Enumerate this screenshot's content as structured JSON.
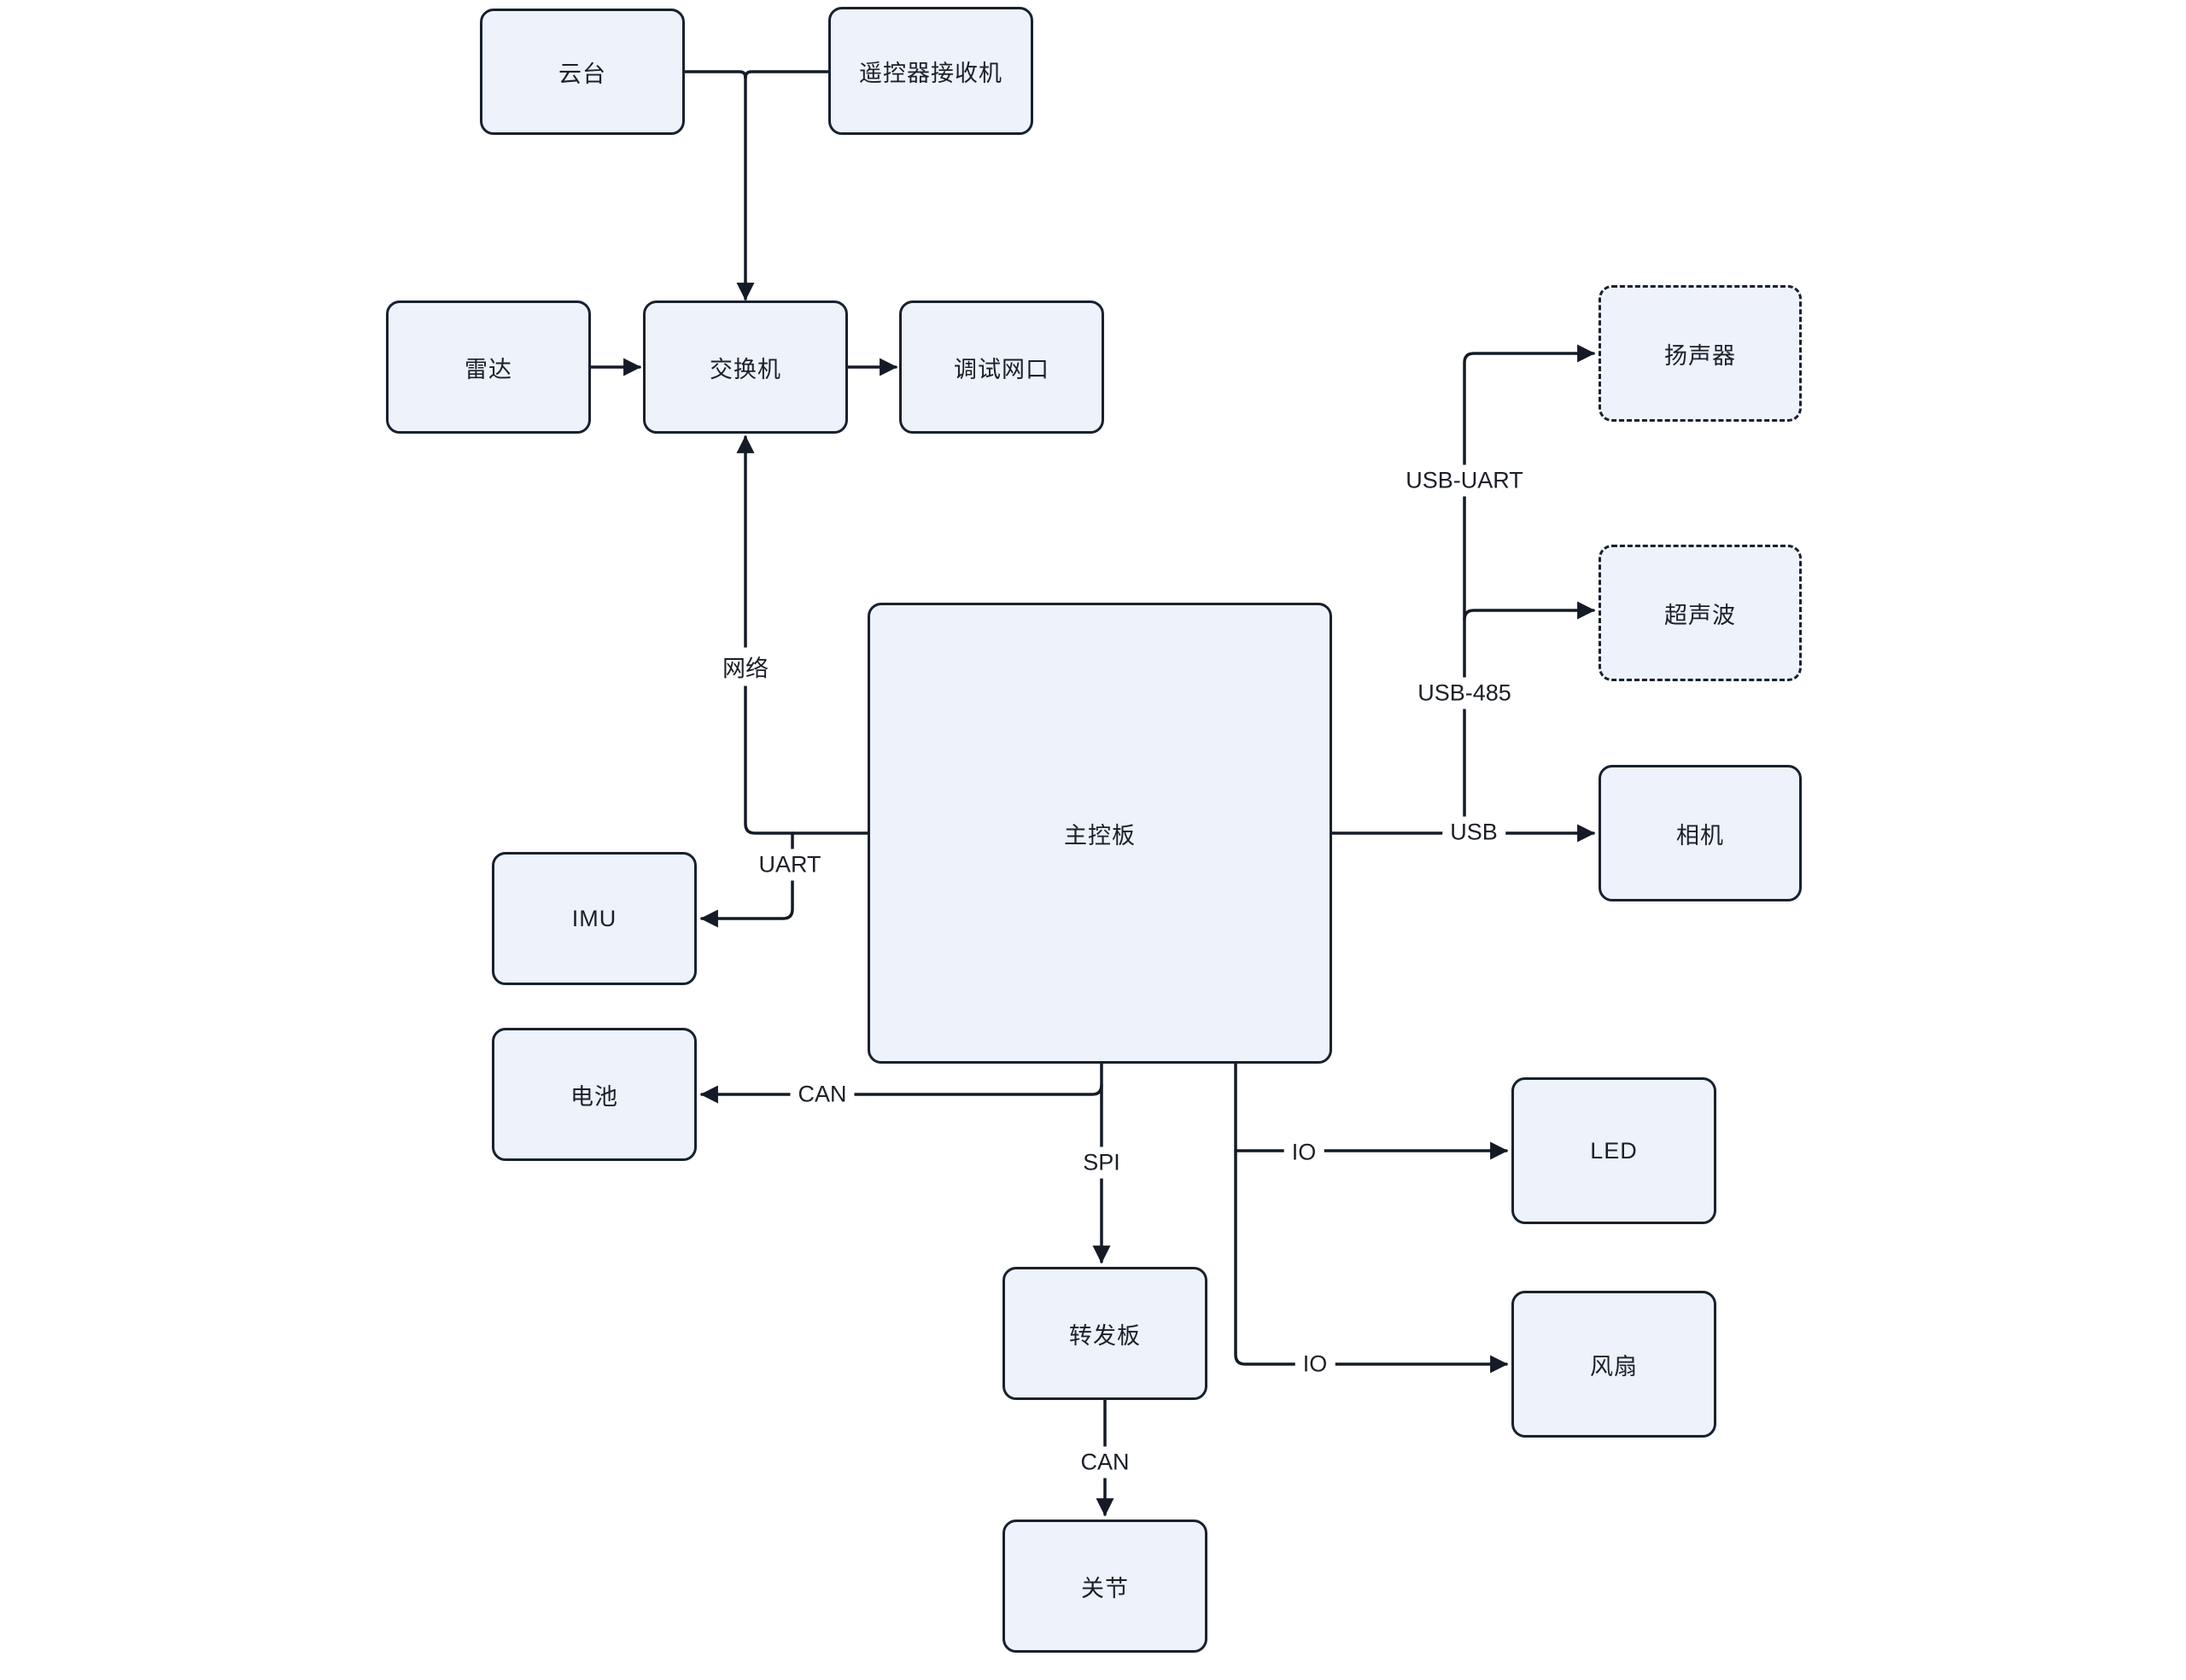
{
  "diagram": {
    "nodes": [
      {
        "id": "gimbal",
        "label": "云台"
      },
      {
        "id": "rc-receiver",
        "label": "遥控器接收机"
      },
      {
        "id": "radar",
        "label": "雷达"
      },
      {
        "id": "switch",
        "label": "交换机"
      },
      {
        "id": "debug-port",
        "label": "调试网口"
      },
      {
        "id": "speaker",
        "label": "扬声器"
      },
      {
        "id": "ultrasonic",
        "label": "超声波"
      },
      {
        "id": "camera",
        "label": "相机"
      },
      {
        "id": "main-board",
        "label": "主控板"
      },
      {
        "id": "imu",
        "label": "IMU"
      },
      {
        "id": "battery",
        "label": "电池"
      },
      {
        "id": "led",
        "label": "LED"
      },
      {
        "id": "forward-board",
        "label": "转发板"
      },
      {
        "id": "fan",
        "label": "风扇"
      },
      {
        "id": "joint",
        "label": "关节"
      }
    ],
    "edge_labels": [
      {
        "id": "network",
        "text": "网络"
      },
      {
        "id": "uart",
        "text": "UART"
      },
      {
        "id": "can-battery",
        "text": "CAN"
      },
      {
        "id": "spi",
        "text": "SPI"
      },
      {
        "id": "can-joint",
        "text": "CAN"
      },
      {
        "id": "usb",
        "text": "USB"
      },
      {
        "id": "usb-485",
        "text": "USB-485"
      },
      {
        "id": "usb-uart",
        "text": "USB-UART"
      },
      {
        "id": "io-led",
        "text": "IO"
      },
      {
        "id": "io-fan",
        "text": "IO"
      }
    ],
    "colors": {
      "node_fill": "#edf2fb",
      "node_border": "#18212e",
      "wire": "#141b26",
      "background": "#ffffff"
    }
  }
}
